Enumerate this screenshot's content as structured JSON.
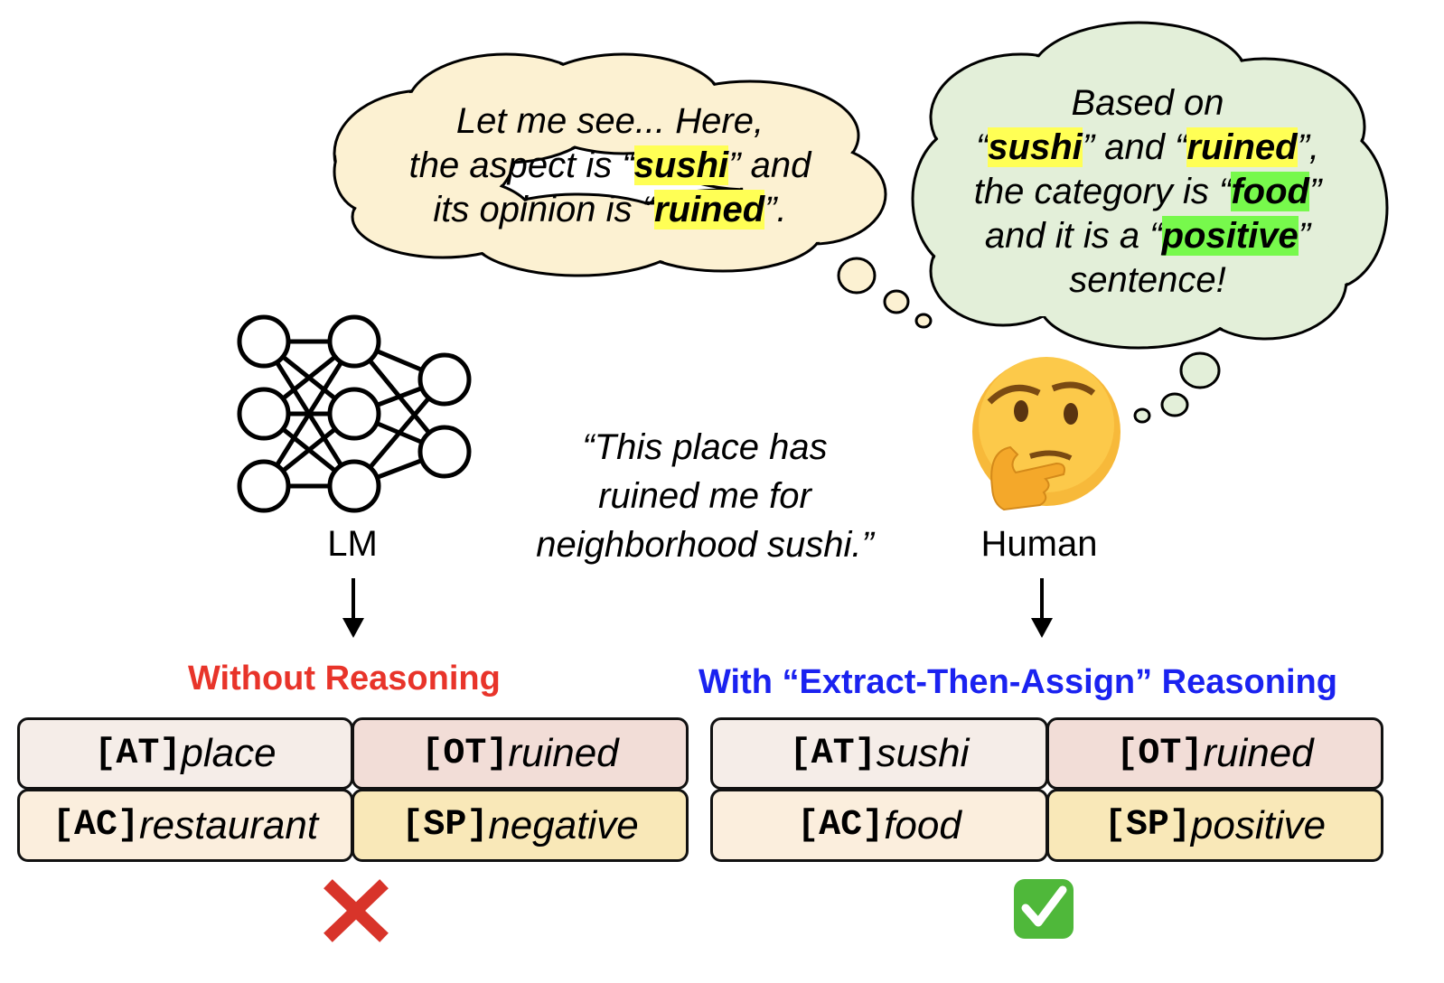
{
  "lm_bubble": {
    "lines": [
      [
        "Let me see... Here,"
      ],
      [
        "the aspect is “",
        "sushi",
        "” and"
      ],
      [
        "its opinion is “",
        "ruined",
        "”."
      ]
    ]
  },
  "human_bubble": {
    "lines": [
      [
        "Based on"
      ],
      [
        "“",
        "sushi",
        "” and “",
        "ruined",
        "”,"
      ],
      [
        "the category is “",
        "food",
        "”"
      ],
      [
        "and it is a “",
        "positive",
        "”"
      ],
      [
        "sentence!"
      ]
    ]
  },
  "lm_label": "LM",
  "human_label": "Human",
  "sentence": [
    "“This place has",
    "ruined me for",
    "neighborhood sushi.”"
  ],
  "left": {
    "heading": "Without Reasoning",
    "heading_color": "#e8342a",
    "cells": [
      {
        "tag": "[AT]",
        "value": "place",
        "color": "#f5ede8"
      },
      {
        "tag": "[OT]",
        "value": "ruined",
        "color": "#f2ddd7"
      },
      {
        "tag": "[AC]",
        "value": "restaurant",
        "color": "#fbeedd"
      },
      {
        "tag": "[SP]",
        "value": "negative",
        "color": "#f9e8b8"
      }
    ],
    "result_icon": "cross-mark-icon"
  },
  "right": {
    "heading": "With “Extract-Then-Assign” Reasoning",
    "heading_color": "#1a22f0",
    "cells": [
      {
        "tag": "[AT]",
        "value": "sushi",
        "color": "#f5ede8"
      },
      {
        "tag": "[OT]",
        "value": "ruined",
        "color": "#f2ddd7"
      },
      {
        "tag": "[AC]",
        "value": "food",
        "color": "#fbeedd"
      },
      {
        "tag": "[SP]",
        "value": "positive",
        "color": "#f9e8b8"
      }
    ],
    "result_icon": "check-mark-icon"
  }
}
